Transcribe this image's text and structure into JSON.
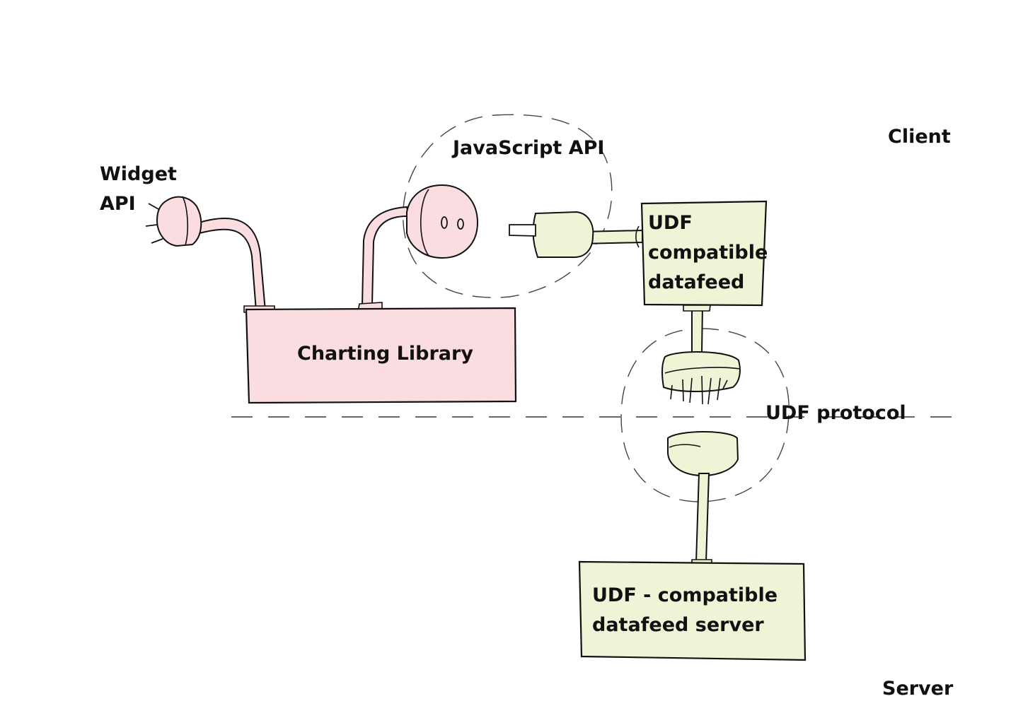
{
  "zones": {
    "client": "Client",
    "server": "Server"
  },
  "labels": {
    "widget_api": [
      "Widget",
      "API"
    ],
    "javascript_api": "JavaScript API",
    "charting_library": "Charting Library",
    "udf_datafeed": [
      "UDF",
      "compatible",
      "datafeed"
    ],
    "udf_protocol": "UDF protocol",
    "udf_server": [
      "UDF - compatible",
      "datafeed server"
    ]
  },
  "colors": {
    "library_fill": "#f9dde0",
    "datafeed_fill": "#eef5d6",
    "stroke": "#111111",
    "dashed": "#333333"
  }
}
